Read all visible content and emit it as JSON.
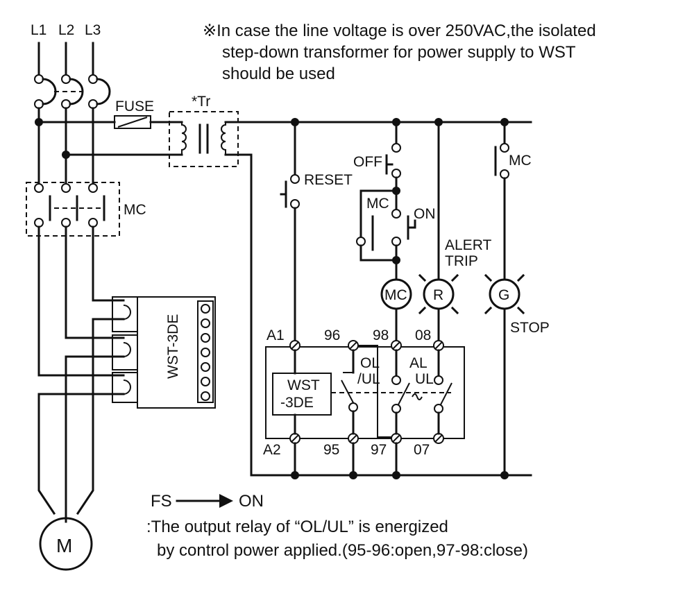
{
  "note": {
    "line1": "※In case the line voltage is over 250VAC,the isolated",
    "line2": "step-down transformer for power supply to WST",
    "line3": "should be used"
  },
  "labels": {
    "l1": "L1",
    "l2": "L2",
    "l3": "L3",
    "fuse": "FUSE",
    "tr": "*Tr",
    "mc_main": "MC",
    "reset": "RESET",
    "off": "OFF",
    "mc_aux": "MC",
    "on": "ON",
    "mc_right": "MC",
    "alert": "ALERT",
    "trip": "TRIP",
    "coil_mc": "MC",
    "lamp_r": "R",
    "lamp_g": "G",
    "stop": "STOP",
    "motor": "M",
    "ct_model": "WST-3DE",
    "relay_model_1": "WST",
    "relay_model_2": "-3DE",
    "t_a1": "A1",
    "t_96": "96",
    "t_98": "98",
    "t_08": "08",
    "t_a2": "A2",
    "t_95": "95",
    "t_97": "97",
    "t_07": "07",
    "ol": "OL",
    "ul1": "/UL",
    "al": "AL",
    "ul2": "UL"
  },
  "legend": {
    "fs": "FS",
    "on": "ON",
    "line1": ":The output relay of “OL/UL” is energized",
    "line2": "by control power applied.(95-96:open,97-98:close)"
  }
}
